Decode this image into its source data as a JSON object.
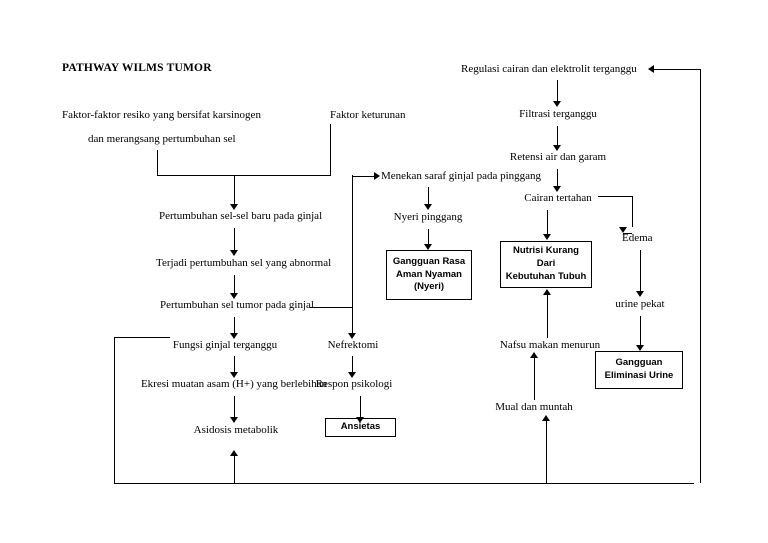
{
  "title": "PATHWAY WILMS TUMOR",
  "nodes": {
    "risk_factors_l1": "Faktor-faktor resiko yang bersifat karsinogen",
    "risk_factors_l2": "dan merangsang pertumbuhan sel",
    "heredity": "Faktor keturunan",
    "new_cell_growth": "Pertumbuhan sel-sel baru pada ginjal",
    "abnormal_growth": "Terjadi pertumbuhan sel yang abnormal",
    "tumor_growth": "Pertumbuhan sel tumor pada ginjal",
    "kidney_function": "Fungsi ginjal terganggu",
    "acid_excretion": "Ekresi muatan asam (H+) yang berlebihan",
    "metabolic_acidosis": "Asidosis metabolik",
    "nerve_pressure": "Menekan saraf ginjal pada pinggang",
    "back_pain": "Nyeri pinggang",
    "nephrectomy": "Nefrektomi",
    "psych_response": "Respon psikologi",
    "fluid_regulation": "Regulasi cairan dan elektrolit terganggu",
    "filtration": "Filtrasi terganggu",
    "retention": "Retensi air dan garam",
    "fluid_retained": "Cairan tertahan",
    "edema": "Edema",
    "concentrated_urine": "urine pekat",
    "appetite_decrease": "Nafsu makan menurun",
    "nausea_vomit": "Mual dan muntah"
  },
  "boxes": {
    "comfort_disorder": "Gangguan Rasa\nAman Nyaman\n(Nyeri)",
    "nutrition_less": "Nutrisi Kurang Dari\nKebutuhan Tubuh",
    "anxiety": "Ansietas",
    "urine_elimination": "Gangguan\nEliminasi Urine"
  },
  "colors": {
    "stroke": "#000000",
    "background": "#ffffff"
  }
}
